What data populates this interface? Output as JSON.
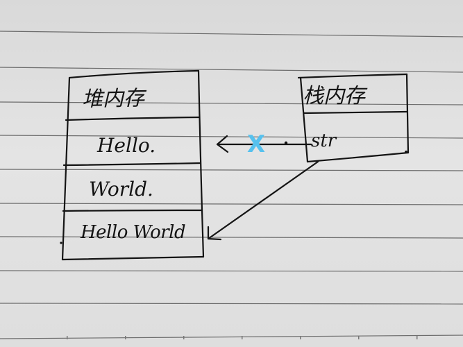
{
  "heap": {
    "title": "堆内存",
    "rows": [
      "Hello.",
      "World.",
      "Hello World"
    ]
  },
  "stack": {
    "title": "栈内存",
    "var": "str"
  },
  "broken_mark": "X",
  "colors": {
    "ink": "#141414",
    "cross": "#56c1ee",
    "paper": "#dddddd",
    "rule": "#6c6c6c"
  }
}
